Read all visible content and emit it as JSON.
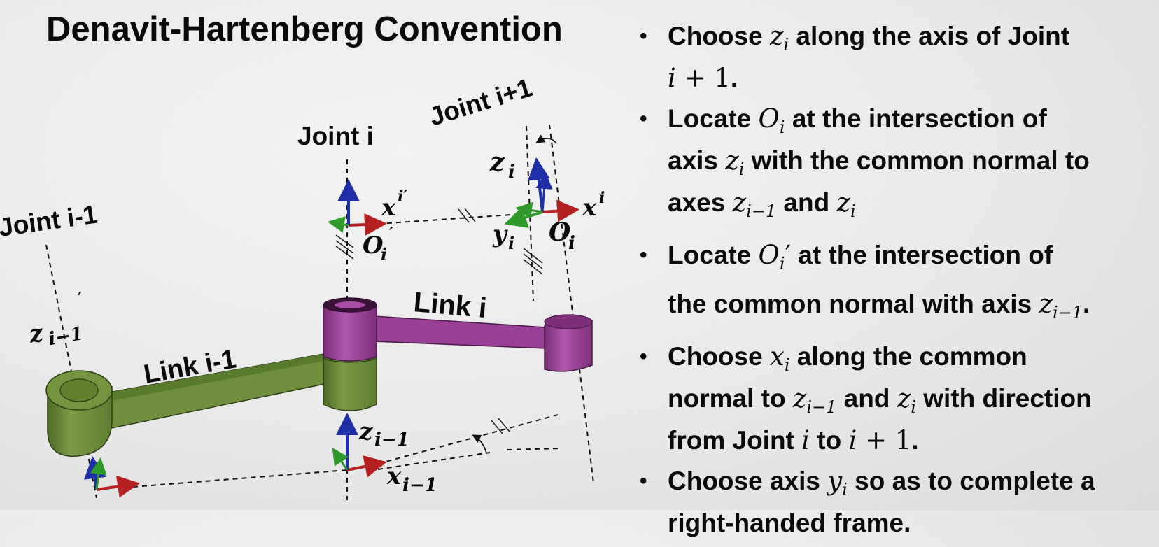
{
  "slide": {
    "title": "Denavit-Hartenberg Convention"
  },
  "figure": {
    "labels": {
      "joint_prev": "Joint i-1",
      "joint_i": "Joint i",
      "joint_next": "Joint i+1",
      "link_prev": "Link i-1",
      "link_i": "Link i"
    },
    "axis_labels": {
      "z_prev_prime": {
        "base": "z",
        "sub": "i−1",
        "sup": "′"
      },
      "x_i_prime": {
        "base": "x",
        "sup": "i′"
      },
      "o_i_prime": {
        "base": "O",
        "sub": "i",
        "sup": "′"
      },
      "z_i": {
        "base": "z",
        "sub": "i"
      },
      "x_i": {
        "base": "x",
        "sup": "i"
      },
      "y_i": {
        "base": "y",
        "sub": "i"
      },
      "o_i": {
        "base": "O",
        "sub": "i"
      },
      "z_prev": {
        "base": "z",
        "sub": "i−1"
      },
      "x_prev": {
        "base": "x",
        "sub": "i−1"
      }
    },
    "colors": {
      "link_prev": "#6f8f3e",
      "link_prev_dark": "#4e6a26",
      "link_i": "#9a3f96",
      "link_i_dark": "#6d2a6b",
      "axis_x": "#b52020",
      "axis_y": "#2f9a2a",
      "axis_z": "#1f2fa8"
    }
  },
  "bullets": [
    {
      "parts": [
        {
          "t": "Choose "
        },
        {
          "m": "z"
        },
        {
          "sub": "i"
        },
        {
          "t": " along the axis of Joint"
        },
        {
          "br": true
        },
        {
          "m": "i"
        },
        {
          "up": " + 1"
        },
        {
          "t": "."
        }
      ]
    },
    {
      "parts": [
        {
          "t": "Locate "
        },
        {
          "m": "O"
        },
        {
          "sub": "i"
        },
        {
          "t": " at the intersection of"
        },
        {
          "br": true
        },
        {
          "t": "axis "
        },
        {
          "m": "z"
        },
        {
          "sub": "i"
        },
        {
          "t": " with the common normal to"
        },
        {
          "br": true
        },
        {
          "t": "axes "
        },
        {
          "m": "z"
        },
        {
          "sub": "i−1"
        },
        {
          "t": " and "
        },
        {
          "m": "z"
        },
        {
          "sub": "i"
        }
      ]
    },
    {
      "parts": [
        {
          "t": "Locate "
        },
        {
          "m": "O"
        },
        {
          "sub": "i"
        },
        {
          "up": "′"
        },
        {
          "t": "  at the intersection of"
        },
        {
          "br": true
        },
        {
          "t": "the common normal with axis "
        },
        {
          "m": "z"
        },
        {
          "sub": "i−1"
        },
        {
          "t": "."
        }
      ]
    },
    {
      "parts": [
        {
          "t": "Choose "
        },
        {
          "m": "x"
        },
        {
          "sub": "i"
        },
        {
          "t": " along the common"
        },
        {
          "br": true
        },
        {
          "t": "normal to "
        },
        {
          "m": "z"
        },
        {
          "sub": "i−1"
        },
        {
          "t": " and "
        },
        {
          "m": "z"
        },
        {
          "sub": "i"
        },
        {
          "t": " with direction"
        },
        {
          "br": true
        },
        {
          "t": "from Joint "
        },
        {
          "m": "i"
        },
        {
          "t": " to "
        },
        {
          "m": "i"
        },
        {
          "up": " + 1"
        },
        {
          "t": "."
        }
      ]
    },
    {
      "parts": [
        {
          "t": "Choose axis "
        },
        {
          "m": "y"
        },
        {
          "sub": "i"
        },
        {
          "t": " so as to complete a"
        },
        {
          "br": true
        },
        {
          "t": "right-handed frame."
        }
      ]
    }
  ]
}
